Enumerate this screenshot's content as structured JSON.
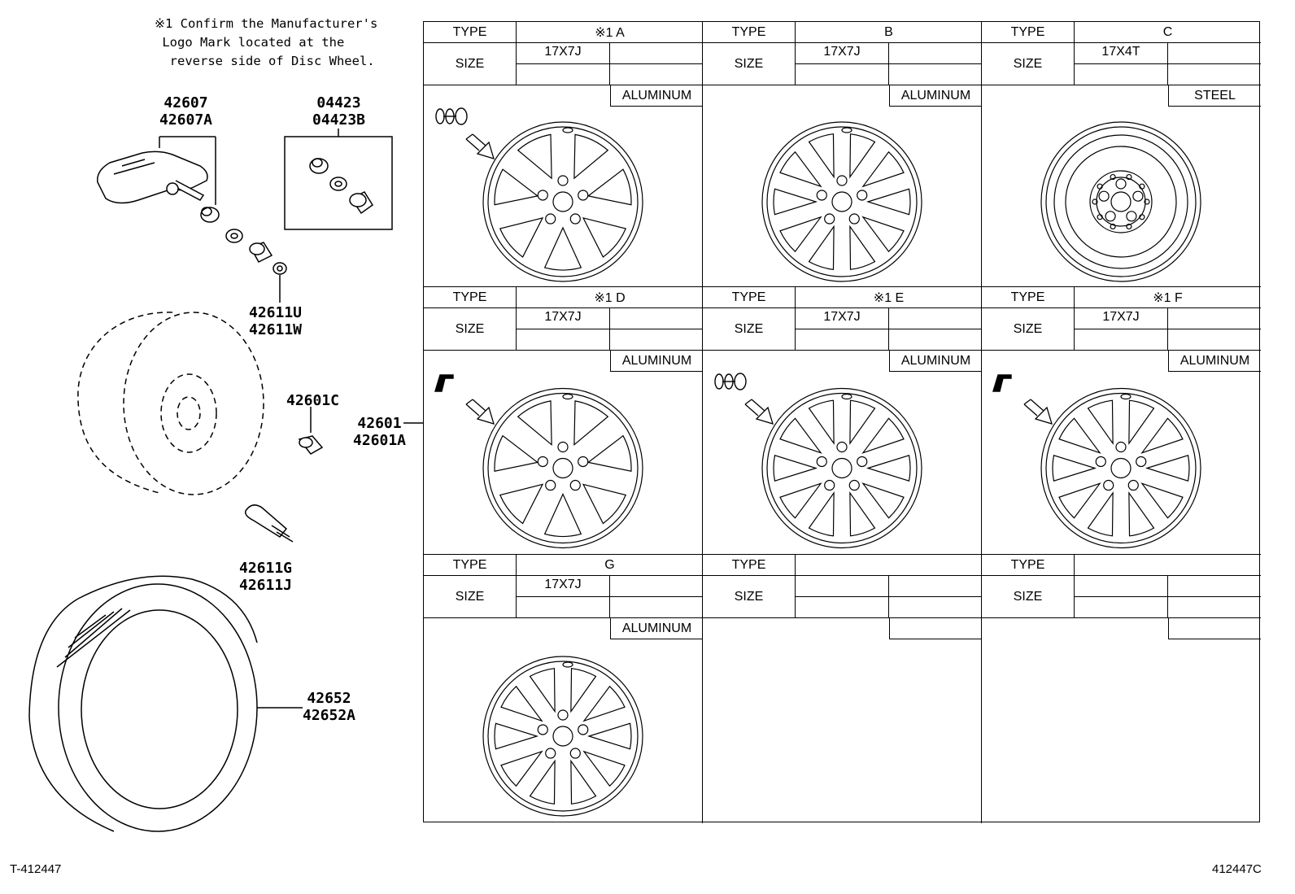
{
  "note": {
    "text": "※1 Confirm the Manufacturer's\n Logo Mark located at the\n  reverse side of Disc Wheel."
  },
  "part_labels": {
    "sensor": "42607\n42607A",
    "valve_cap_set": "04423\n04423B",
    "valve_parts": "42611U\n42611W",
    "hub_nut": "42601C",
    "wheel": "42601\n42601A",
    "valve_stem": "42611G\n42611J",
    "tire": "42652\n42652A"
  },
  "table": {
    "type_label": "TYPE",
    "size_label": "SIZE",
    "cells": [
      {
        "type": "※1  A",
        "size": "17X7J",
        "material": "ALUMINUM",
        "icon": "valve-icon"
      },
      {
        "type": "B",
        "size": "17X7J",
        "material": "ALUMINUM",
        "icon": ""
      },
      {
        "type": "C",
        "size": "17X4T",
        "material": "STEEL",
        "icon": ""
      },
      {
        "type": "※1  D",
        "size": "17X7J",
        "material": "ALUMINUM",
        "icon": "weight-clip-icon"
      },
      {
        "type": "※1  E",
        "size": "17X7J",
        "material": "ALUMINUM",
        "icon": "valve-icon"
      },
      {
        "type": "※1  F",
        "size": "17X7J",
        "material": "ALUMINUM",
        "icon": "weight-clip-icon"
      },
      {
        "type": "G",
        "size": "17X7J",
        "material": "ALUMINUM",
        "icon": ""
      },
      {
        "type": "",
        "size": "",
        "material": "",
        "icon": ""
      },
      {
        "type": "",
        "size": "",
        "material": "",
        "icon": ""
      }
    ]
  },
  "footer": {
    "left_code": "T-412447",
    "right_code": "412447C"
  }
}
